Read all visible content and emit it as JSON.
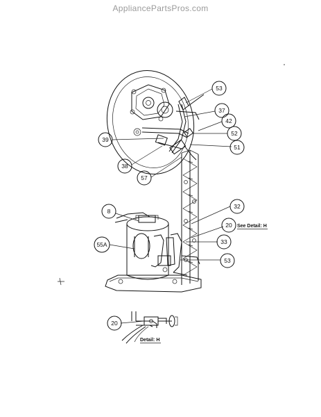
{
  "watermark": "AppliancePartsPros.com",
  "callouts": [
    "53",
    "37",
    "42",
    "52",
    "51",
    "39",
    "38",
    "57",
    "8",
    "32",
    "20",
    "33",
    "55A",
    "53",
    "20"
  ],
  "notes": {
    "see_detail": "See Detail: H",
    "detail": "Detail: H"
  }
}
